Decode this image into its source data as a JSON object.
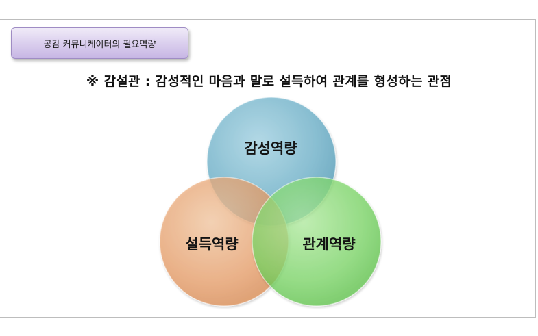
{
  "header": {
    "title": "공감 커뮤니케이터의 필요역량"
  },
  "subtitle": "※ 감설관 : 감성적인 마음과 말로 설득하여 관계를 형성하는 관점",
  "venn": {
    "circles": [
      {
        "label": "감성역량",
        "color": "#7fbcd2"
      },
      {
        "label": "설득역량",
        "color": "#eaa36c"
      },
      {
        "label": "관계역량",
        "color": "#7fd96a"
      }
    ]
  }
}
